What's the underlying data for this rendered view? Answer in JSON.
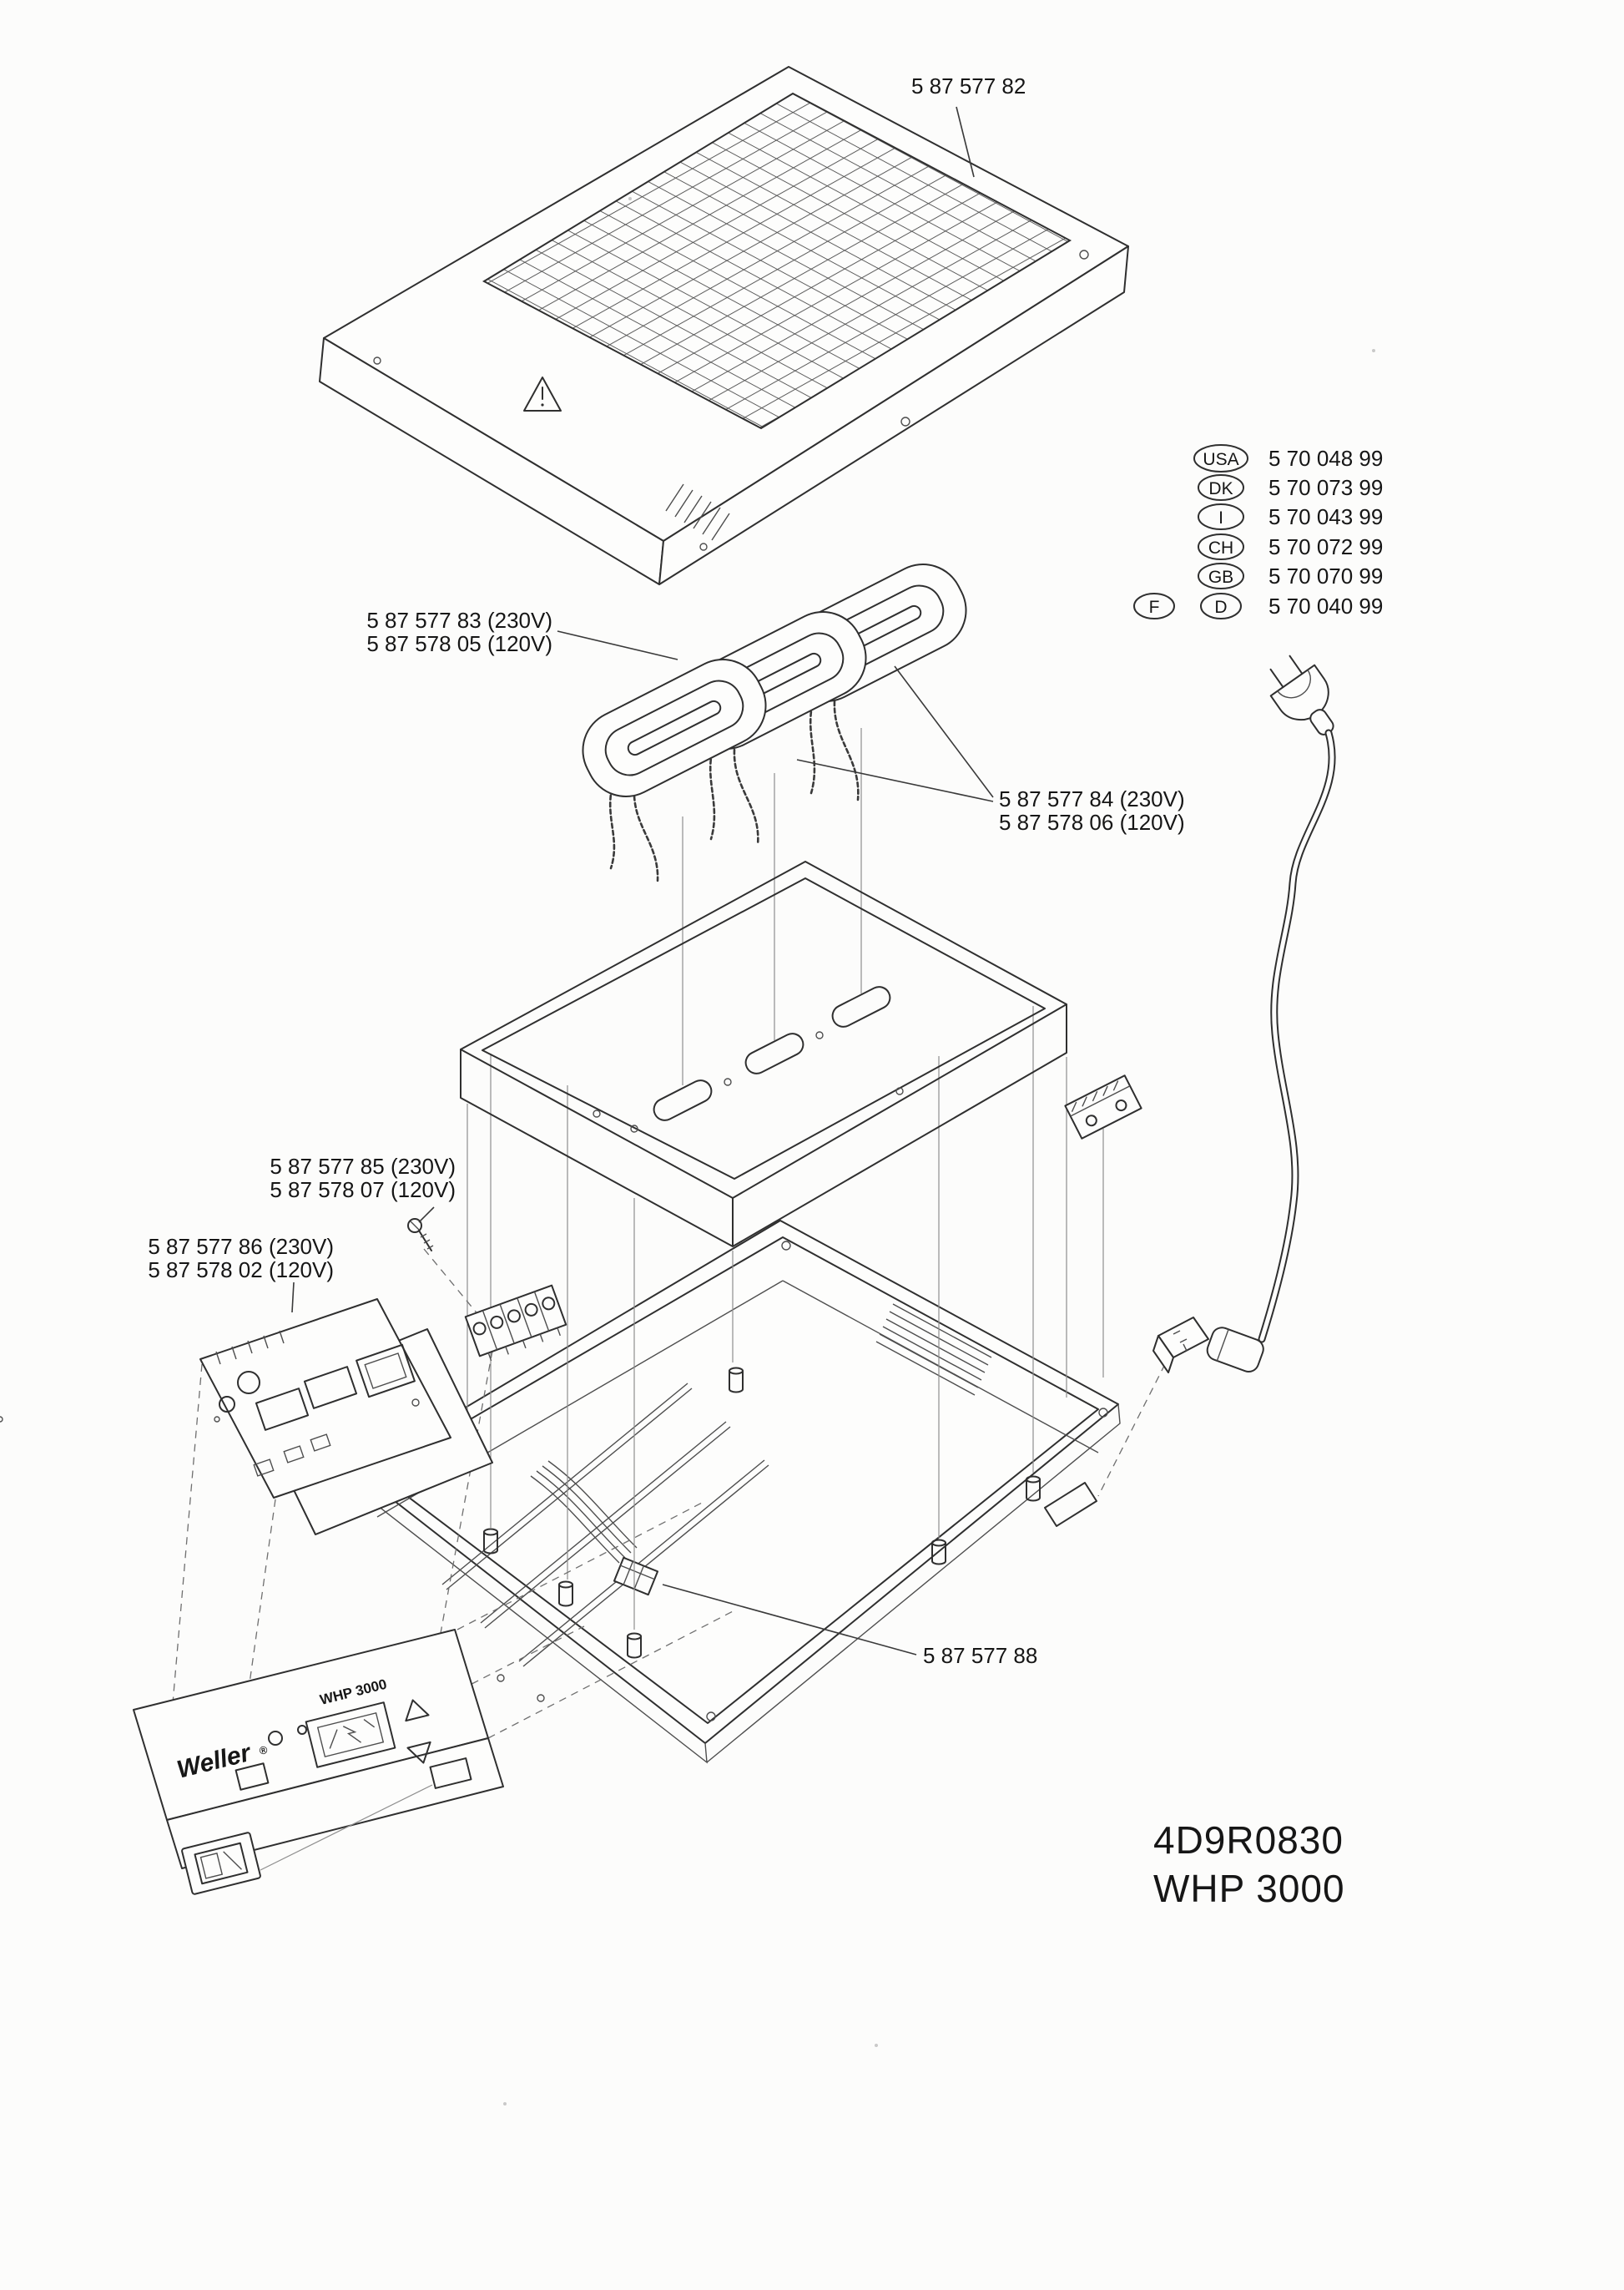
{
  "labels": {
    "cover": "5 87 577 82",
    "heater_230v": "5 87 577 83 (230V)",
    "heater_120v": "5 87 578 05 (120V)",
    "sensor_230v": "5 87 577 84 (230V)",
    "sensor_120v": "5 87 578 06 (120V)",
    "screw_230v": "5 87 577 85 (230V)",
    "screw_120v": "5 87 578 07 (120V)",
    "pcb_230v": "5 87 577 86 (230V)",
    "pcb_120v": "5 87 578 02 (120V)",
    "cable": "5 87 577 88"
  },
  "power_cords": [
    {
      "region": "USA",
      "part": "5 70 048 99"
    },
    {
      "region": "DK",
      "part": "5 70 073 99"
    },
    {
      "region": "I",
      "part": "5 70 043 99"
    },
    {
      "region": "CH",
      "part": "5 70 072 99"
    },
    {
      "region": "GB",
      "part": "5 70 070 99"
    },
    {
      "region": "F",
      "region_alt": "D",
      "part": "5 70 040 99"
    }
  ],
  "footer": {
    "drawing_number": "4D9R0830",
    "model": "WHP 3000"
  },
  "front_panel": {
    "brand": "Weller",
    "brand_mark": "®",
    "model": "WHP 3000"
  }
}
